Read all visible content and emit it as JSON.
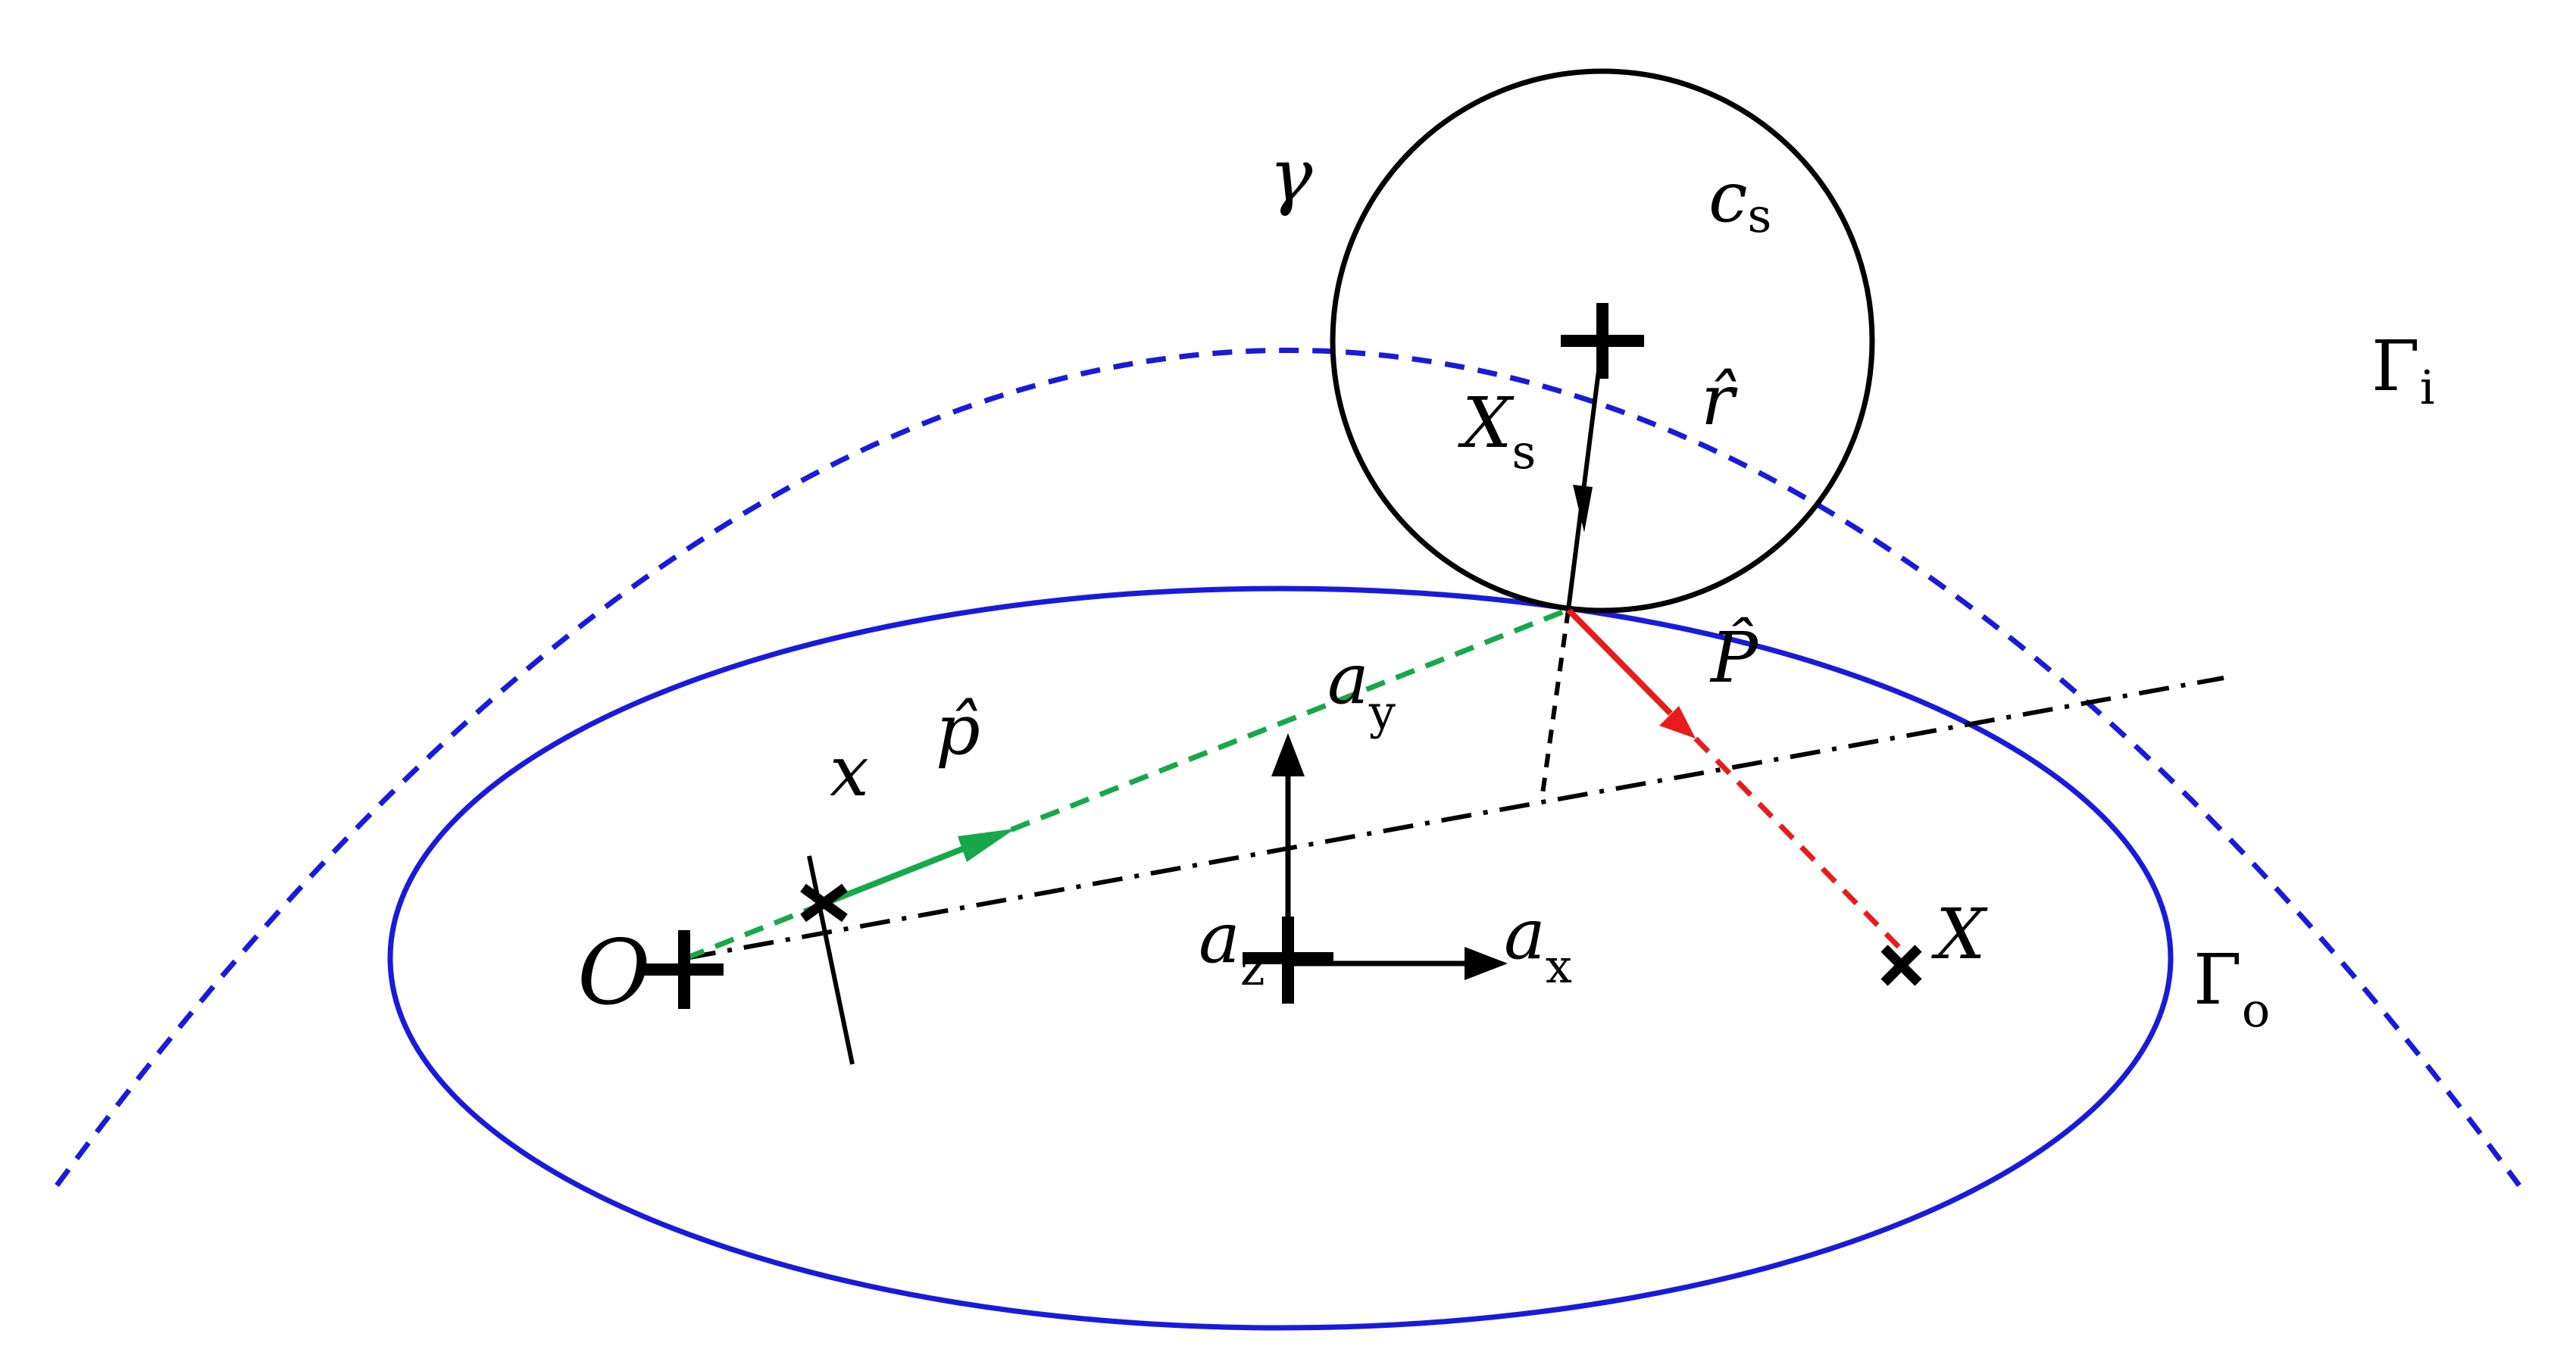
{
  "labels": {
    "gamma": "γ",
    "c_s_main": "c",
    "c_s_sub": "s",
    "X_s_main": "X",
    "X_s_sub": "s",
    "r_hat": "r̂",
    "Gamma_i_main": "Γ",
    "Gamma_i_sub": "i",
    "Gamma_o_main": "Γ",
    "Gamma_o_sub": "o",
    "P_hat": "P̂",
    "p_hat": "p̂",
    "a_y_main": "a",
    "a_y_sub": "y",
    "a_x_main": "a",
    "a_x_sub": "x",
    "a_z_main": "a",
    "a_z_sub": "z",
    "x": "x",
    "O": "O",
    "X": "X"
  },
  "colors": {
    "outer_boundary": "#1a1adc",
    "inner_boundary": "#1a1adc",
    "p_vector": "#16a84a",
    "normal_vector": "#e81c1c",
    "ink": "#000000"
  }
}
